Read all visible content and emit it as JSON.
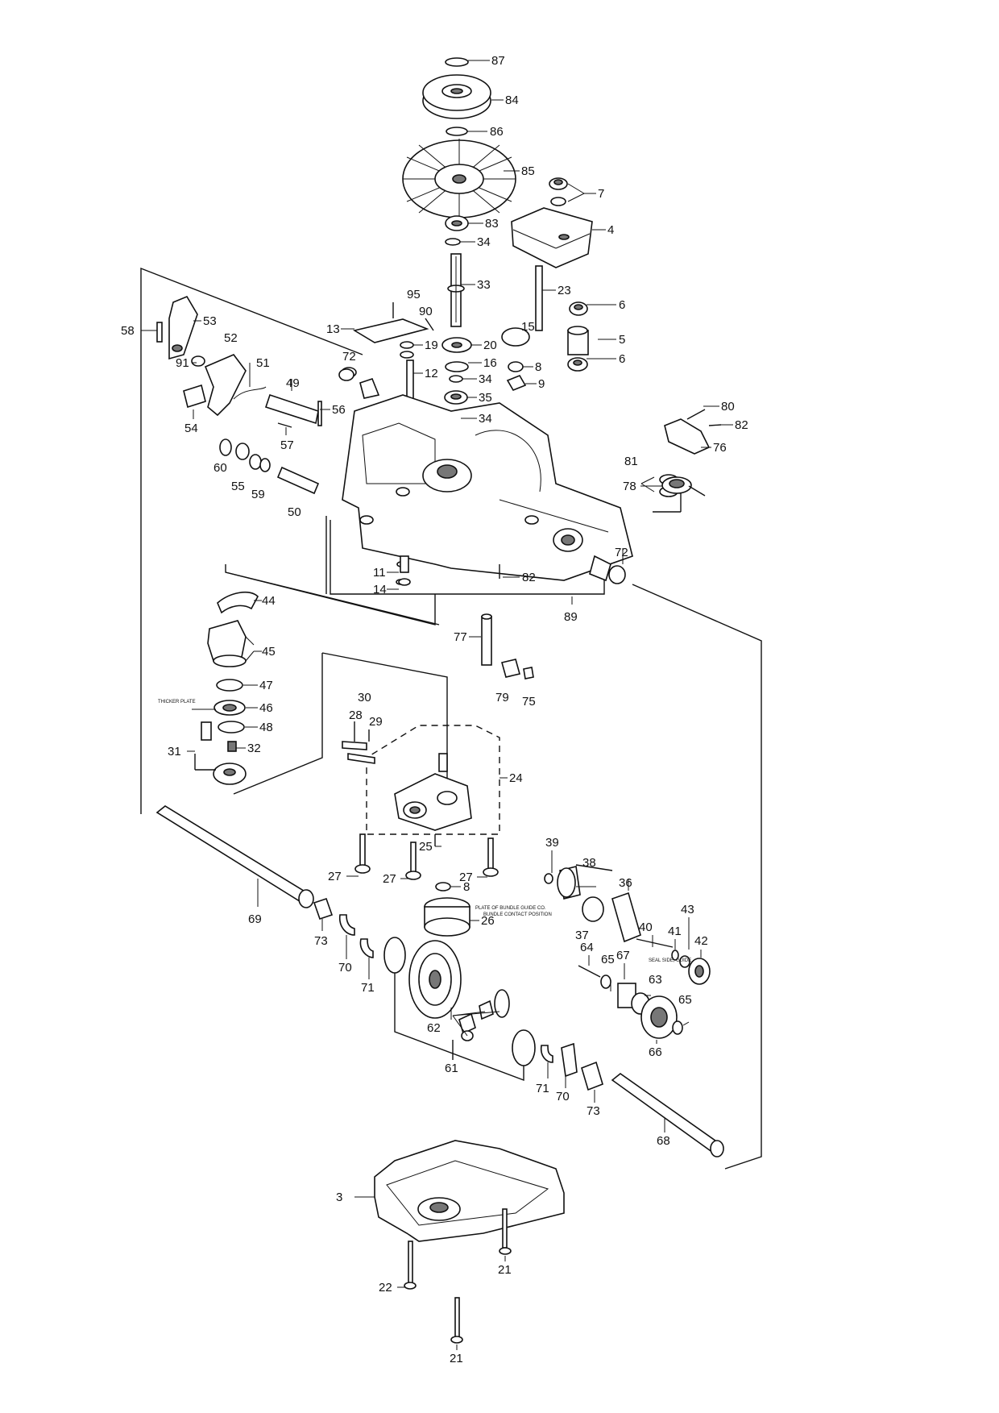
{
  "labels": {
    "p87": "87",
    "p84": "84",
    "p86": "86",
    "p85": "85",
    "p7": "7",
    "p83": "83",
    "p4": "4",
    "p34a": "34",
    "p33": "33",
    "p23": "23",
    "p95": "95",
    "p90": "90",
    "p13": "13",
    "p6a": "6",
    "p15": "15",
    "p5": "5",
    "p19": "19",
    "p20": "20",
    "p6b": "6",
    "p16": "16",
    "p8a": "8",
    "p12": "12",
    "p34b": "34",
    "p9": "9",
    "p35": "35",
    "p34c": "34",
    "p58": "58",
    "p53": "53",
    "p52": "52",
    "p91": "91",
    "p72a": "72",
    "p51": "51",
    "p49": "49",
    "p56": "56",
    "p54": "54",
    "p57": "57",
    "p80": "80",
    "p82a": "82",
    "p76": "76",
    "p81": "81",
    "p78": "78",
    "p60": "60",
    "p55": "55",
    "p59": "59",
    "p50": "50",
    "p11": "11",
    "p14": "14",
    "p82b": "82",
    "p72b": "72",
    "p89": "89",
    "p44": "44",
    "p45": "45",
    "p77": "77",
    "p47": "47",
    "p46": "46",
    "p48": "48",
    "p79": "79",
    "p75": "75",
    "p30": "30",
    "p28": "28",
    "p29": "29",
    "p31": "31",
    "p32": "32",
    "p24": "24",
    "p25": "25",
    "p27a": "27",
    "p27b": "27",
    "p27c": "27",
    "p8b": "8",
    "p26": "26",
    "p39": "39",
    "p38": "38",
    "p36": "36",
    "p37": "37",
    "p40": "40",
    "p43": "43",
    "p41": "41",
    "p42": "42",
    "p69": "69",
    "p73a": "73",
    "p70a": "70",
    "p71a": "71",
    "p64": "64",
    "p65a": "65",
    "p67": "67",
    "p63": "63",
    "p65b": "65",
    "p66": "66",
    "p62": "62",
    "p61": "61",
    "p71b": "71",
    "p70b": "70",
    "p73b": "73",
    "p68": "68",
    "p3": "3",
    "p22": "22",
    "p21a": "21",
    "p21b": "21"
  },
  "notes": {
    "thickness_plate": "THICKER PLATE",
    "plate_of_bundle": "PLATE OF BUNDLE GUIDE CO.",
    "bundle_contact": "BUNDLE CONTACT POSITION",
    "seal_side": "SEAL SIDE, GUIDE"
  },
  "colors": {
    "ink": "#111111",
    "paper": "#ffffff"
  }
}
